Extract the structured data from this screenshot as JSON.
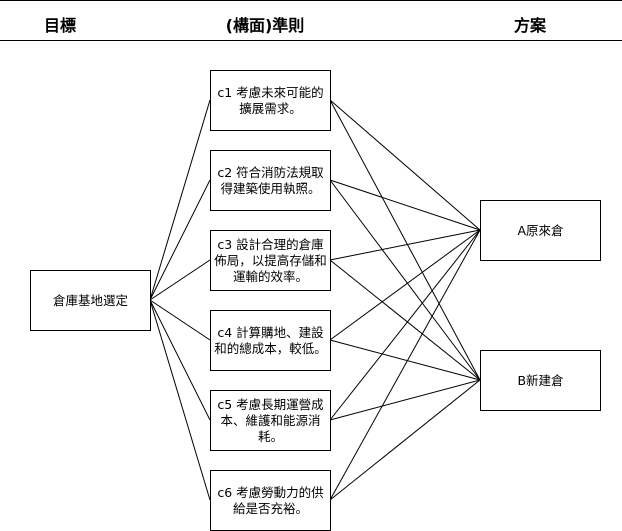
{
  "headers": {
    "goal": "目標",
    "criteria": "(構面)準則",
    "alternatives": "方案"
  },
  "goal": {
    "label": "倉庫基地選定"
  },
  "criteria": [
    {
      "id": "c1",
      "label": "c1 考慮未來可能的擴展需求。"
    },
    {
      "id": "c2",
      "label": "c2 符合消防法規取得建築使用執照。"
    },
    {
      "id": "c3",
      "label": "c3 設計合理的倉庫佈局，以提高存儲和運輸的效率。"
    },
    {
      "id": "c4",
      "label": "c4 計算購地、建設和的總成本，較低。"
    },
    {
      "id": "c5",
      "label": "c5 考慮長期運營成本、維護和能源消耗。"
    },
    {
      "id": "c6",
      "label": "c6 考慮勞動力的供給是否充裕。"
    }
  ],
  "alternatives": [
    {
      "id": "A",
      "label": "A原來倉"
    },
    {
      "id": "B",
      "label": "B新建倉"
    }
  ],
  "colors": {
    "line": "#000000",
    "fill": "#ffffff"
  }
}
